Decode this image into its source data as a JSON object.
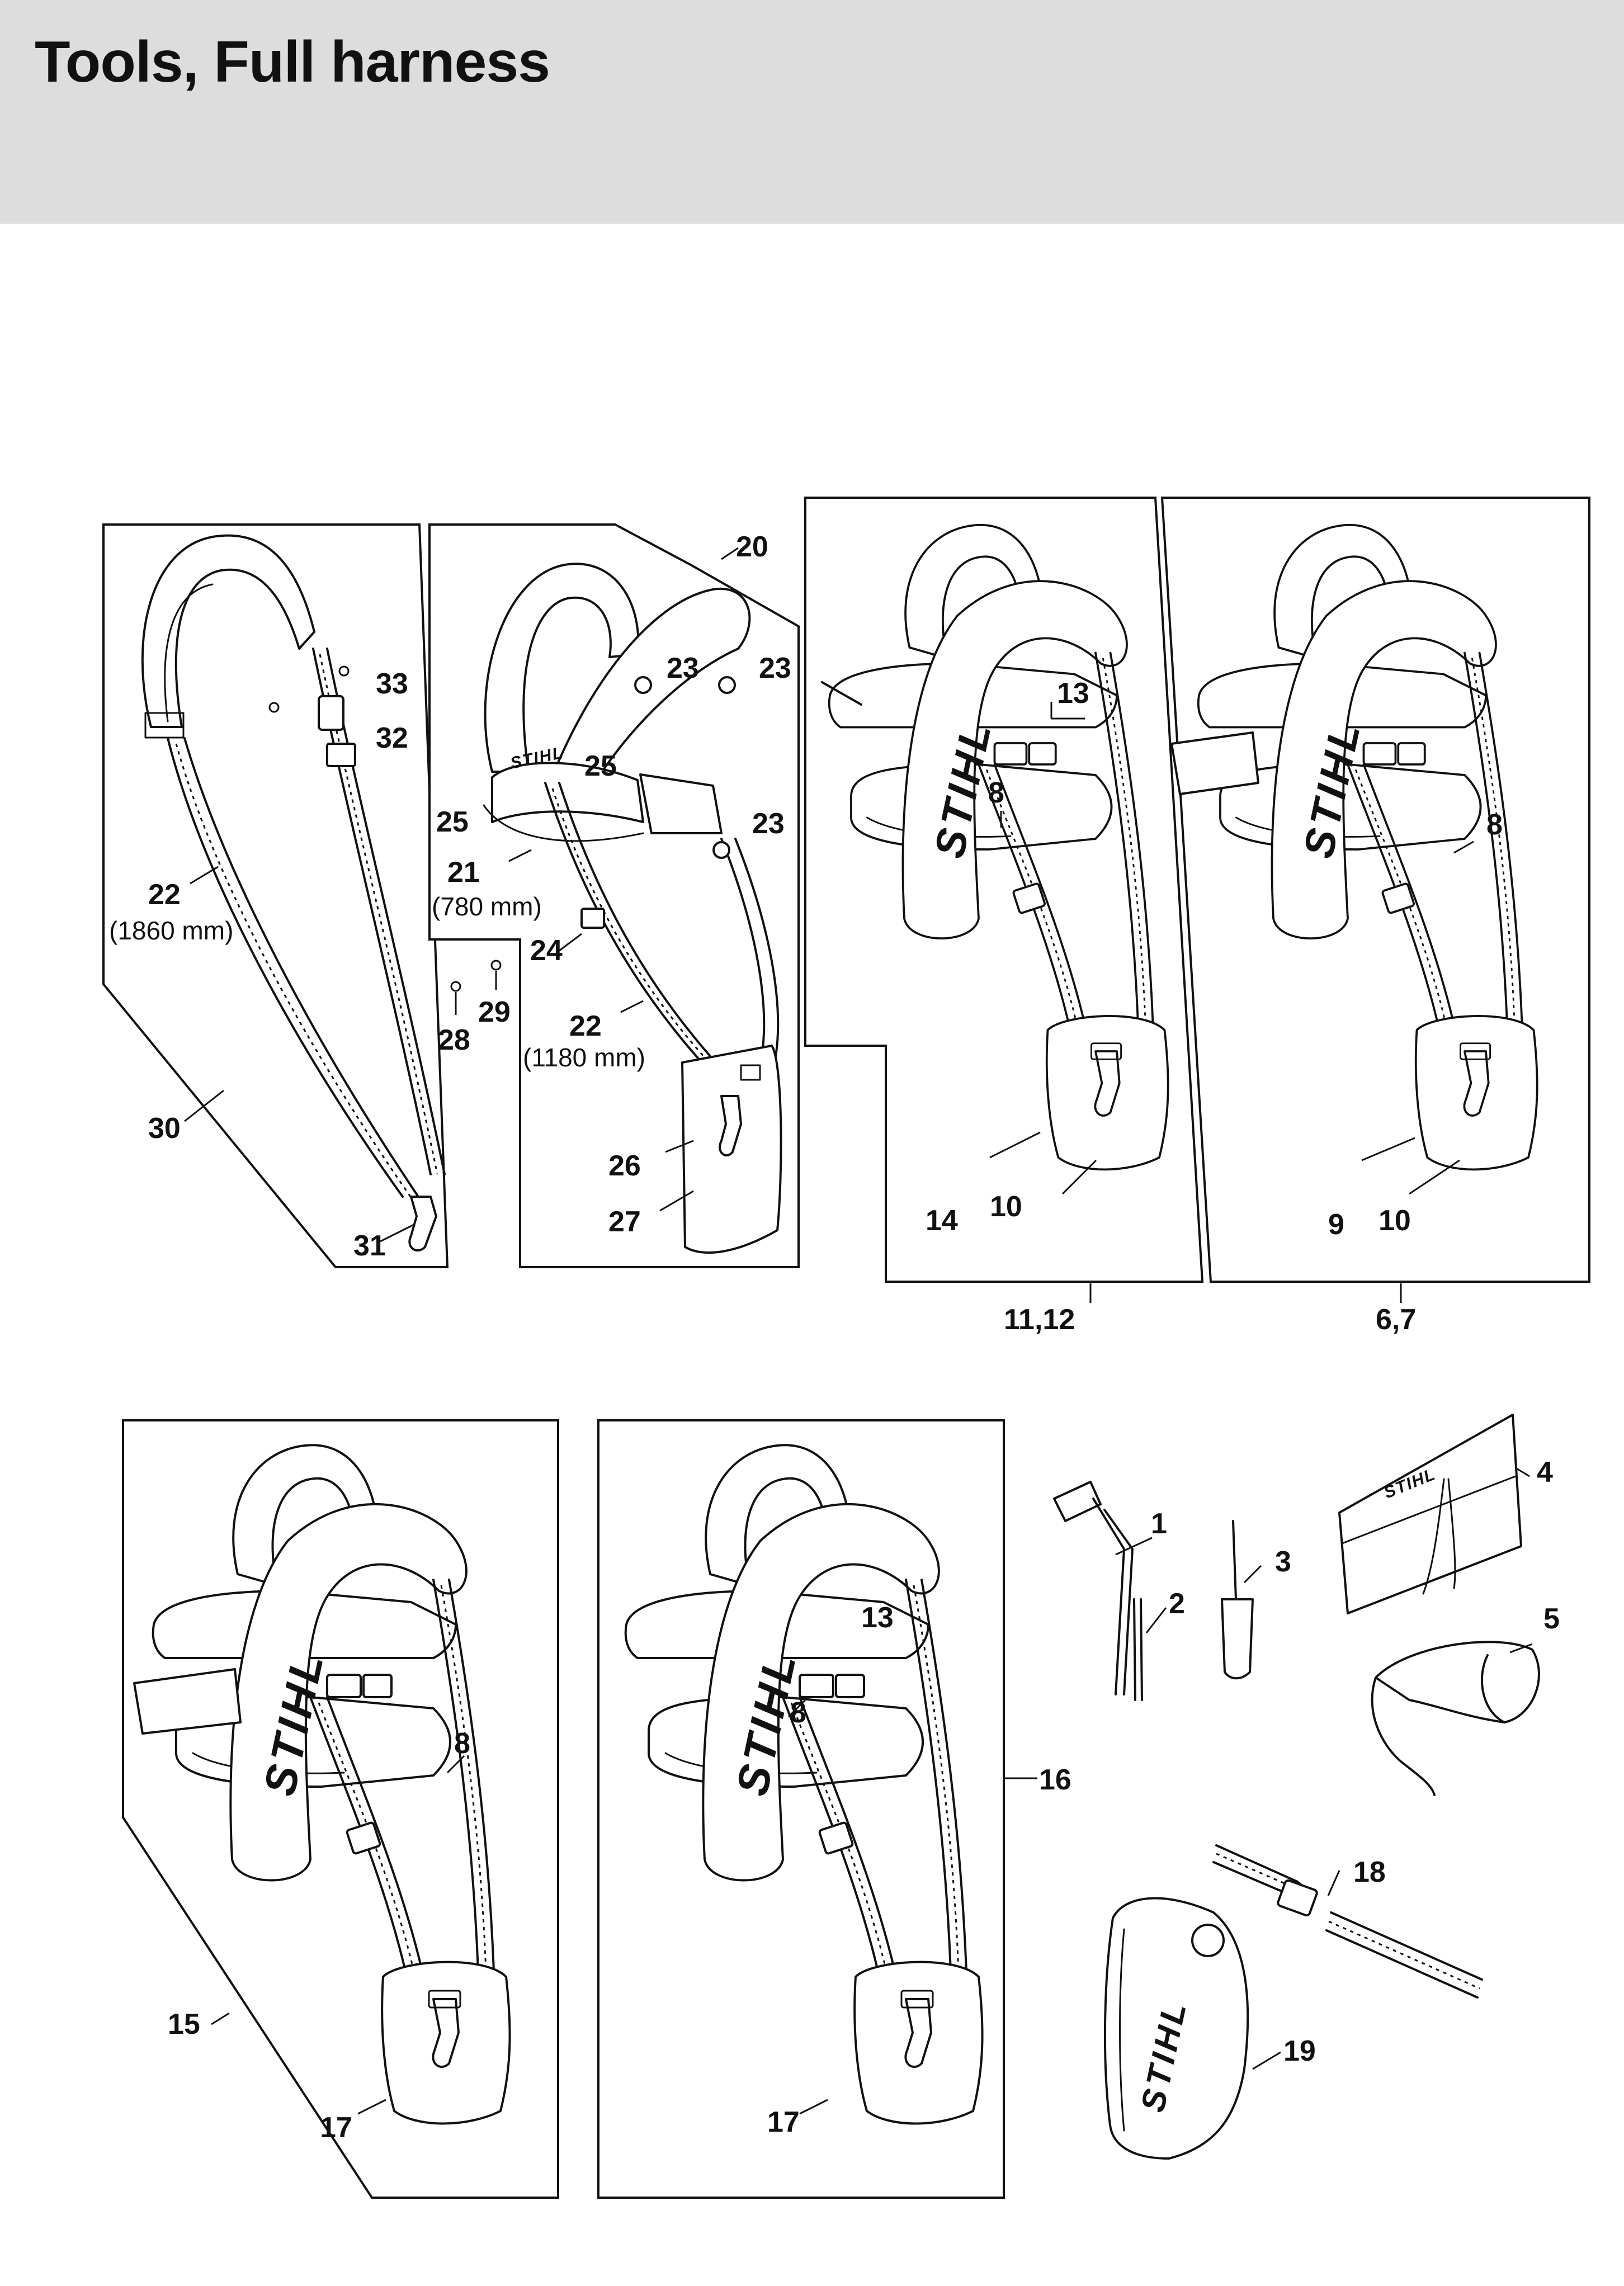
{
  "page": {
    "title": "Tools, Full harness"
  },
  "brand": {
    "logo": "STIHL"
  },
  "callouts": {
    "c1": "1",
    "c2": "2",
    "c3": "3",
    "c4": "4",
    "c5": "5",
    "c6_7": "6,7",
    "c8a": "8",
    "c8b": "8",
    "c8c": "8",
    "c8d": "8",
    "c9": "9",
    "c10a": "10",
    "c10b": "10",
    "c11_12": "11,12",
    "c13a": "13",
    "c13b": "13",
    "c14": "14",
    "c15": "15",
    "c16": "16",
    "c17a": "17",
    "c17b": "17",
    "c18": "18",
    "c19": "19",
    "c20": "20",
    "c21": "21",
    "c21_note": "(780 mm)",
    "c22a": "22",
    "c22a_note": "(1860 mm)",
    "c22b": "22",
    "c22b_note": "(1180 mm)",
    "c23a": "23",
    "c23b": "23",
    "c23c": "23",
    "c24": "24",
    "c25a": "25",
    "c25b": "25",
    "c26": "26",
    "c27": "27",
    "c28": "28",
    "c29": "29",
    "c30": "30",
    "c31": "31",
    "c32": "32",
    "c33": "33"
  }
}
